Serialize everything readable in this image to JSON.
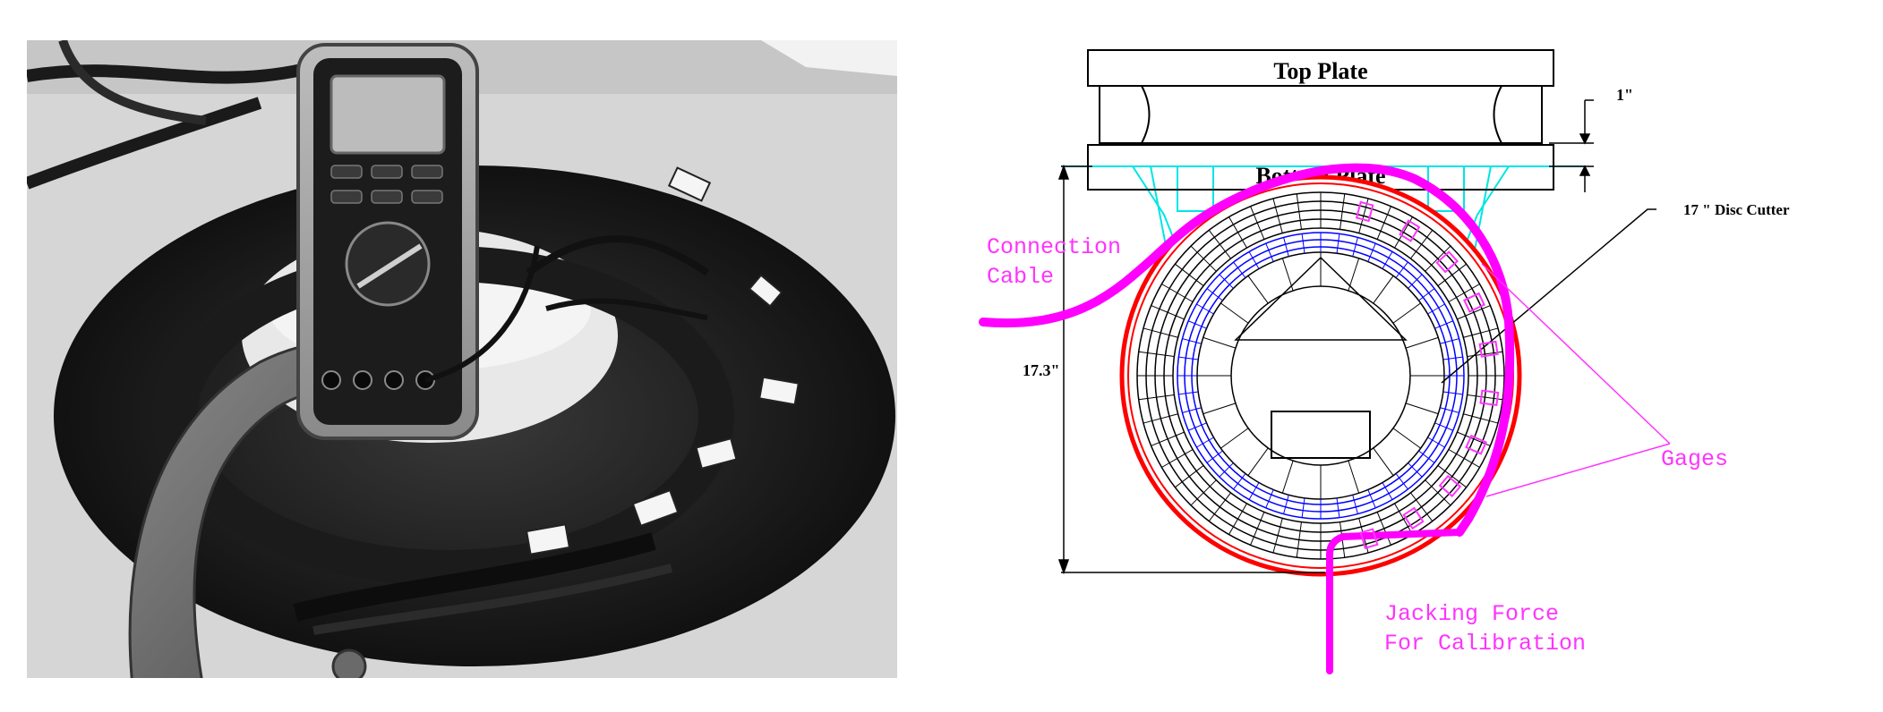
{
  "diagram": {
    "top_plate_label": "Top Plate",
    "bottom_plate_label": "Bottom Plate",
    "dim_1in_label": "1\"",
    "disc_cutter_label": "17 \" Disc Cutter",
    "height_label": "17.3\"",
    "connection_cable_line1": "Connection",
    "connection_cable_line2": "Cable",
    "gages_label": "Gages",
    "jacking_line1": "Jacking Force",
    "jacking_line2": "For Calibration"
  },
  "colors": {
    "outline": "#000000",
    "annotation_magenta": "#ff33ff",
    "cable_magenta": "#ff00ff",
    "inner_ring_blue": "#0000ff",
    "outer_ring_red": "#ff0000",
    "mount_cyan": "#00e5e5"
  }
}
